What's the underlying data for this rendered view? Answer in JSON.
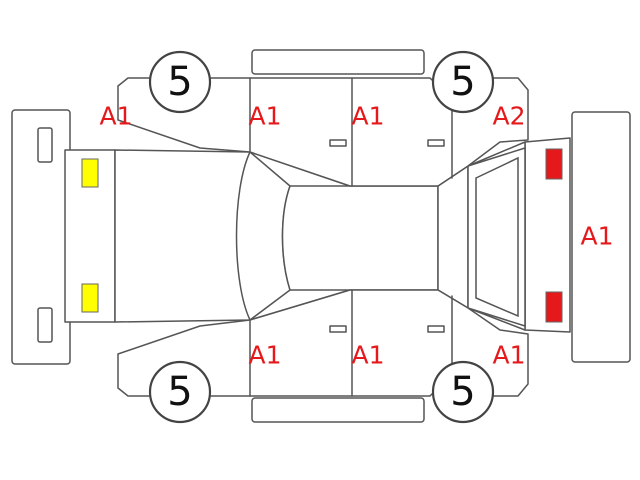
{
  "wheels": {
    "front_left": {
      "value": "5"
    },
    "rear_left": {
      "value": "5"
    },
    "front_right": {
      "value": "5"
    },
    "rear_right": {
      "value": "5"
    }
  },
  "codes": {
    "front_left_fender": "A1",
    "front_left_door": "A1",
    "rear_left_door": "A1",
    "rear_left_quarter": "A2",
    "front_right_door": "A1",
    "rear_right_door": "A1",
    "rear_right_quarter": "A1",
    "rear_bumper": "A1"
  },
  "colors": {
    "outline": "#555555",
    "code_text": "#e5191b",
    "front_marker": "#ffff00",
    "rear_marker": "#e5191b"
  }
}
